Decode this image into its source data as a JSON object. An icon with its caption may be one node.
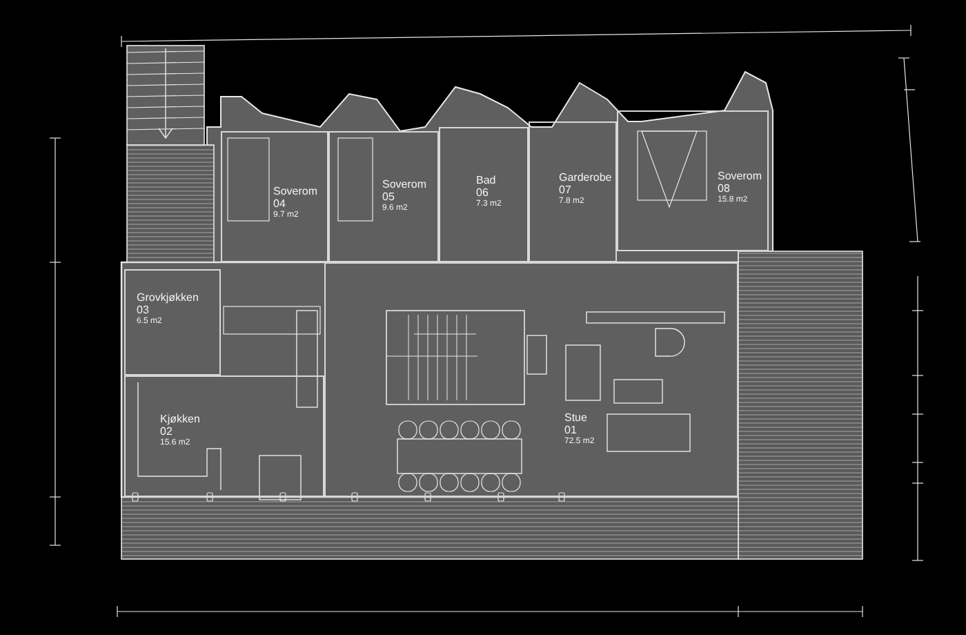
{
  "diagram": {
    "nodes": [
      {
        "text": [
          "Soverom",
          "04",
          "9.7 m2"
        ]
      },
      {
        "text": [
          "Soverom",
          "05",
          "9.6 m2"
        ]
      },
      {
        "text": [
          "Bad",
          "06",
          "7.3 m2"
        ]
      },
      {
        "text": [
          "Garderobe",
          "07",
          "7.8 m2"
        ]
      },
      {
        "text": [
          "Soverom",
          "08",
          "15.8 m2"
        ]
      },
      {
        "text": [
          "Grovkjøkken",
          "03",
          "6.5 m2"
        ]
      },
      {
        "text": [
          "Kjøkken",
          "02",
          "15.6 m2"
        ]
      },
      {
        "text": [
          "Stue",
          "01",
          "72.5 m2"
        ]
      }
    ]
  }
}
